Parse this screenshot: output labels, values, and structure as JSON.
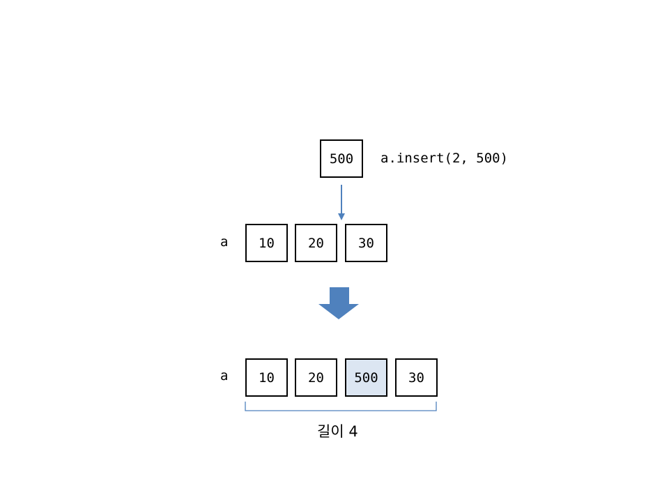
{
  "insert": {
    "new_value": "500",
    "code": "a.insert(2, 500)"
  },
  "before": {
    "var_name": "a",
    "items": [
      "10",
      "20",
      "30"
    ]
  },
  "after": {
    "var_name": "a",
    "items": [
      "10",
      "20",
      "500",
      "30"
    ],
    "highlight_index": 2,
    "length_caption": "길이 4"
  },
  "colors": {
    "arrow": "#4f81bd",
    "highlight": "#dce6f2",
    "bracket": "#4f81bd",
    "box_border": "#000000"
  }
}
